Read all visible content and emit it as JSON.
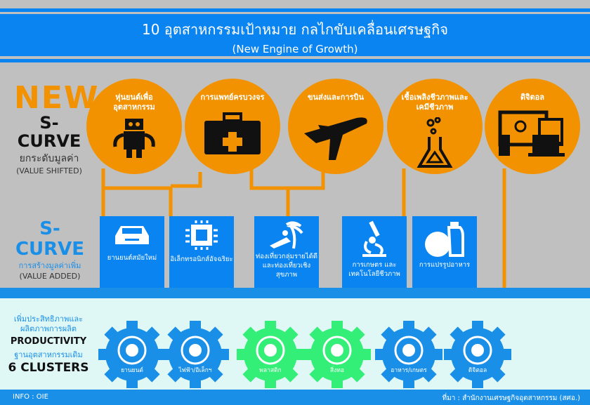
{
  "header": {
    "title": "10 อุตสาหกรรมเป้าหมาย กลไกขับเคลื่อนเศรษฐกิจ",
    "subtitle": "(New Engine of Growth)"
  },
  "new_scurve": {
    "line1": "NEW",
    "line2": "S-CURVE",
    "thai": "ยกระดับมูลค่า",
    "en": "(VALUE SHIFTED)",
    "items": [
      {
        "label": "หุ่นยนต์เพื่ออุตสาหกรรม",
        "icon": "robot-icon"
      },
      {
        "label": "การแพทย์ครบวงจร",
        "icon": "medical-kit-icon"
      },
      {
        "label": "ขนส่งและการบิน",
        "icon": "airplane-icon"
      },
      {
        "label": "เชื้อเพลิงชีวภาพและเคมีชีวภาพ",
        "icon": "flask-icon"
      },
      {
        "label": "ดิจิตอล",
        "icon": "devices-icon"
      }
    ]
  },
  "scurve": {
    "title": "S-CURVE",
    "thai": "การสร้างมูลค่าเพิ่ม",
    "en": "(VALUE ADDED)",
    "items": [
      {
        "label": "ยานยนต์สมัยใหม่",
        "icon": "car-icon"
      },
      {
        "label": "อิเล็กทรอนิกส์อัจฉริยะ",
        "icon": "chip-icon"
      },
      {
        "label": "ท่องเที่ยวกลุ่มรายได้ดี และท่องเที่ยวเชิงสุขภาพ",
        "icon": "beach-icon"
      },
      {
        "label": "การเกษตร และเทคโนโลยีชีวภาพ",
        "icon": "microscope-icon"
      },
      {
        "label": "การแปรรูปอาหาร",
        "icon": "food-icon"
      }
    ]
  },
  "clusters": {
    "thai1": "เพิ่มประสิทธิภาพและผลิตภาพการผลิต",
    "productivity": "PRODUCTIVITY",
    "thai2": "ฐานอุตสาหกรรมเดิม",
    "count": "6 CLUSTERS",
    "items": [
      {
        "label": "ยานยนต์",
        "icon": "car-icon",
        "color": "#1a8fe8"
      },
      {
        "label": "ไฟฟ้า/อิเล็กฯ",
        "icon": "plug-icon",
        "color": "#1a8fe8"
      },
      {
        "label": "พลาสติก",
        "icon": "bottle-icon",
        "color": "#33ee77"
      },
      {
        "label": "สิ่งทอ",
        "icon": "textile-icon",
        "color": "#33ee77"
      },
      {
        "label": "อาหาร/เกษตร",
        "icon": "fork-knife-icon",
        "color": "#1a8fe8"
      },
      {
        "label": "ดิจิตอล",
        "icon": "touch-icon",
        "color": "#1a8fe8"
      }
    ]
  },
  "footer": {
    "info": "INFO : OIE",
    "source": "ที่มา : สำนักงานเศรษฐกิจอุตสาหกรรม (สศอ.)"
  },
  "colors": {
    "blue": "#0a84f0",
    "orange": "#f39200",
    "green": "#33ee77",
    "gray": "#c0c0c0"
  }
}
